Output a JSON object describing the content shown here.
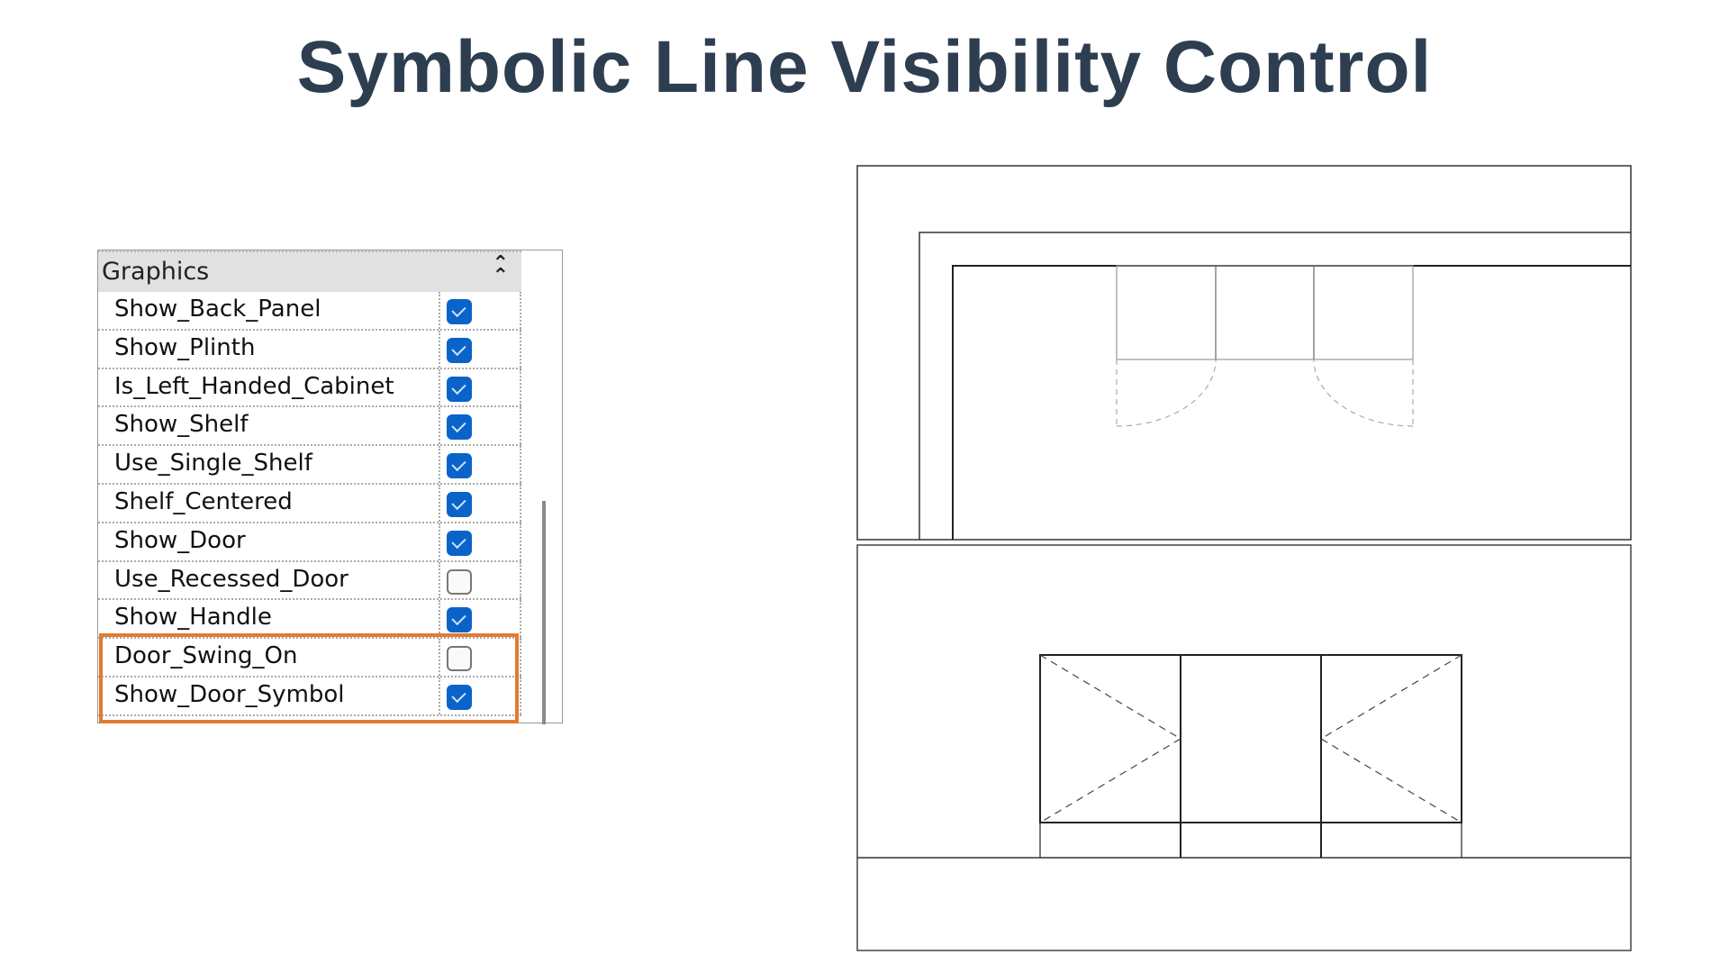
{
  "title": "Symbolic Line Visibility Control",
  "properties_panel": {
    "group_label": "Graphics",
    "collapse_icon": "double-chevron-up-icon",
    "parameters": [
      {
        "label": "Show_Back_Panel",
        "checked": true
      },
      {
        "label": "Show_Plinth",
        "checked": true
      },
      {
        "label": "Is_Left_Handed_Cabinet",
        "checked": true
      },
      {
        "label": "Show_Shelf",
        "checked": true
      },
      {
        "label": "Use_Single_Shelf",
        "checked": true
      },
      {
        "label": "Shelf_Centered",
        "checked": true
      },
      {
        "label": "Show_Door",
        "checked": true
      },
      {
        "label": "Use_Recessed_Door",
        "checked": false
      },
      {
        "label": "Show_Handle",
        "checked": true
      },
      {
        "label": "Door_Swing_On",
        "checked": false
      },
      {
        "label": "Show_Door_Symbol",
        "checked": true
      }
    ],
    "highlight_color": "#e07b2f",
    "checkbox_color": "#0a63c9"
  }
}
